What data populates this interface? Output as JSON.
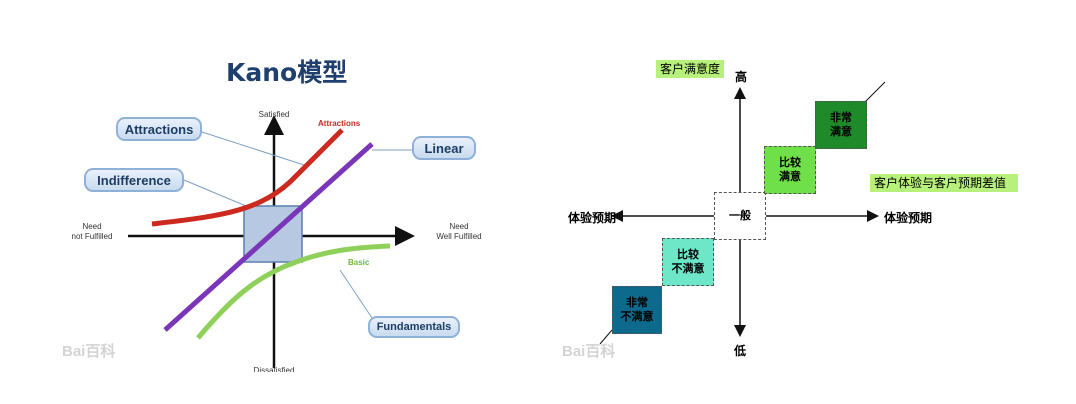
{
  "left_diagram": {
    "title": "Kano模型",
    "axis_top": "Satisfied",
    "axis_bottom": "Dissatisfied",
    "axis_left": [
      "Need",
      "not Fulfilled"
    ],
    "axis_right": [
      "Need",
      "Well Fulfilled"
    ],
    "callouts": {
      "attractions": "Attractions",
      "indifference": "Indifference",
      "linear": "Linear",
      "fundamentals": "Fundamentals"
    },
    "curve_labels": {
      "attractions": "Attractions",
      "basic": "Basic"
    },
    "colors": {
      "attractions": "#cc2a1f",
      "linear": "#7a35b8",
      "basic": "#8fd05a",
      "square": "#b7c8e2"
    },
    "watermark": "Bai百科"
  },
  "right_diagram": {
    "top_tag": "客户满意度",
    "top_label": "高",
    "bottom_label": "低",
    "left_label": "体验预期",
    "right_label": "体验预期",
    "side_tag": "客户体验与客户预期差值",
    "levels": [
      {
        "lines": [
          "非常",
          "不满意"
        ],
        "color": "#0e6a8c"
      },
      {
        "lines": [
          "比较",
          "不满意"
        ],
        "color": "#6ee6c8"
      },
      {
        "lines": [
          "一般"
        ],
        "color": "#ffffff"
      },
      {
        "lines": [
          "比较",
          "满意"
        ],
        "color": "#6fe04a"
      },
      {
        "lines": [
          "非常",
          "满意"
        ],
        "color": "#1f8a2a"
      }
    ],
    "watermark": "Bai百科"
  }
}
